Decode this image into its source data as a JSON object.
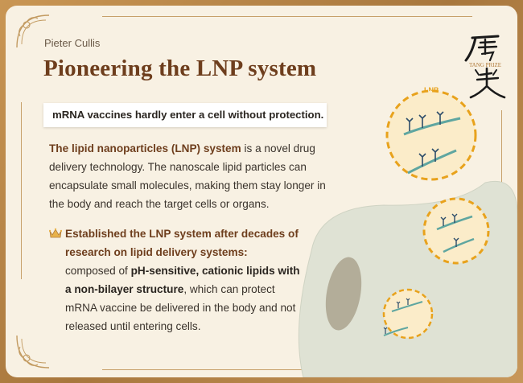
{
  "header": {
    "author": "Pieter Cullis",
    "title": "Pioneering the LNP system",
    "logo_text": "TANG PRIZE"
  },
  "callout": {
    "text": "mRNA vaccines hardly enter a cell without protection."
  },
  "intro": {
    "bold": "The lipid nanoparticles (LNP) system",
    "rest": " is a novel drug delivery technology. The nanoscale lipid particles can encapsulate small molecules, making them stay longer in the body and reach the target cells or organs."
  },
  "bullet": {
    "icon": "crown-icon",
    "head_line1": "Established the LNP system after decades of",
    "head_line2": "research on lipid delivery systems:",
    "body_pre": "composed of ",
    "body_bold": "pH-sensitive, cationic lipids with a non-bilayer structure",
    "body_post": ", which can protect mRNA vaccine be delivered in the body and not released until entering cells."
  },
  "illustration": {
    "label": "LNP",
    "colors": {
      "accent": "#e8a21c",
      "lnp_fill": "#fbecc9",
      "cell": "#dfe2d4",
      "nucleus": "#b3ad99",
      "strand": "#5fa6a0",
      "antibody": "#2c4c6a"
    }
  }
}
